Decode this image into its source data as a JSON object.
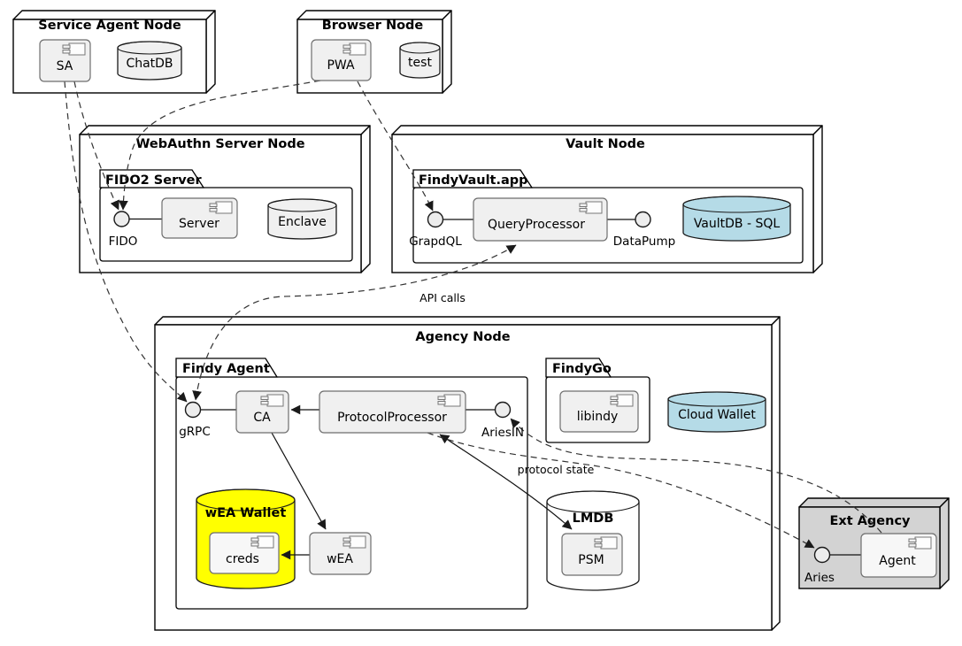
{
  "diagram": {
    "nodes": {
      "service_agent": {
        "title": "Service Agent Node"
      },
      "browser": {
        "title": "Browser Node"
      },
      "webauthn": {
        "title": "WebAuthn Server Node"
      },
      "vault": {
        "title": "Vault Node"
      },
      "agency": {
        "title": "Agency Node"
      },
      "ext_agency": {
        "title": "Ext Agency"
      }
    },
    "packages": {
      "fido2_server": {
        "label": "FIDO2 Server"
      },
      "findyvault_app": {
        "label": "FindyVault.app"
      },
      "findy_agent": {
        "label": "Findy Agent"
      },
      "findygo": {
        "label": "FindyGo"
      }
    },
    "components": {
      "sa": {
        "label": "SA"
      },
      "pwa": {
        "label": "PWA"
      },
      "server": {
        "label": "Server"
      },
      "query_processor": {
        "label": "QueryProcessor"
      },
      "ca": {
        "label": "CA"
      },
      "protocol_processor": {
        "label": "ProtocolProcessor"
      },
      "libindy": {
        "label": "libindy"
      },
      "creds": {
        "label": "creds"
      },
      "wea": {
        "label": "wEA"
      },
      "psm": {
        "label": "PSM"
      },
      "agent": {
        "label": "Agent"
      }
    },
    "databases": {
      "chatdb": {
        "label": "ChatDB",
        "color": "#f0f0f0"
      },
      "test": {
        "label": "test",
        "color": "#f0f0f0"
      },
      "enclave": {
        "label": "Enclave",
        "color": "#f0f0f0"
      },
      "vaultdb": {
        "label": "VaultDB - SQL",
        "color": "#b5dbe7"
      },
      "cloud_wallet": {
        "label": "Cloud Wallet",
        "color": "#b5dbe7"
      },
      "wea_wallet": {
        "label": "wEA Wallet",
        "color": "#ffff00"
      },
      "lmdb": {
        "label": "LMDB",
        "color": "#ffffff"
      }
    },
    "interfaces": {
      "fido": {
        "label": "FIDO"
      },
      "grapdql": {
        "label": "GrapdQL"
      },
      "datapump": {
        "label": "DataPump"
      },
      "grpc": {
        "label": "gRPC"
      },
      "ariesin": {
        "label": "AriesIN"
      },
      "aries": {
        "label": "Aries"
      }
    },
    "edge_labels": {
      "api_calls": "API calls",
      "protocol_state": "protocol state"
    },
    "colors": {
      "node_fill": "#ffffff",
      "ext_agency_fill": "#d3d3d3",
      "component_fill": "#f0f0f0",
      "database_blue": "#b5dbe7",
      "wallet_yellow": "#ffff00",
      "line": "#000000"
    }
  }
}
